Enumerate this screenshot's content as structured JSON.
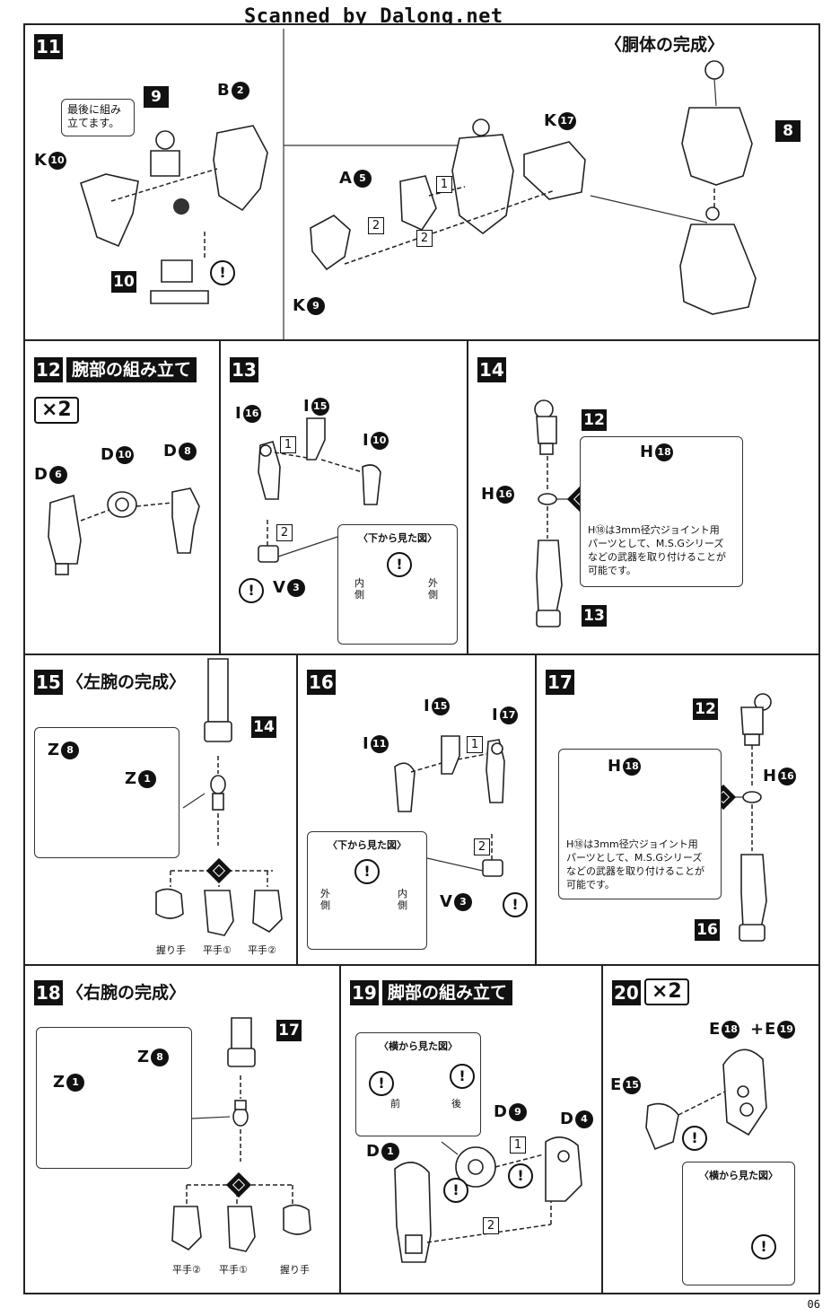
{
  "watermark": "Scanned by Dalong.net",
  "page_number": "06",
  "s11": {
    "step": "11",
    "note": [
      "最後に組み",
      "立てます。"
    ],
    "labels": {
      "k10": "K",
      "b2": "B",
      "k17": "K",
      "a5": "A",
      "k9": "K"
    },
    "nums": {
      "k10": "10",
      "b2": "2",
      "k17": "17",
      "a5": "5",
      "k9": "9"
    },
    "parts": {
      "p9": "9",
      "p10": "10",
      "p8": "8"
    },
    "order": {
      "o1": "1",
      "o2a": "2",
      "o2b": "2"
    },
    "section_title": "〈胴体の完成〉",
    "warn": "!"
  },
  "s12": {
    "step": "12",
    "title": "腕部の組み立て",
    "mult": "×2",
    "labels": {
      "d6": "D",
      "d10": "D",
      "d8": "D"
    },
    "nums": {
      "d6": "6",
      "d10": "10",
      "d8": "8"
    }
  },
  "s13": {
    "step": "13",
    "labels": {
      "i16": "I",
      "i15": "I",
      "i10": "I",
      "v3": "V"
    },
    "nums": {
      "i16": "16",
      "i15": "15",
      "i10": "10",
      "v3": "3"
    },
    "order": {
      "o1": "1",
      "o2": "2"
    },
    "inset_title": "〈下から見た図〉",
    "inner": [
      "内",
      "側"
    ],
    "outer": [
      "外",
      "側"
    ],
    "warn": "!"
  },
  "s14": {
    "step": "14",
    "labels": {
      "h16": "H",
      "h18": "H"
    },
    "nums": {
      "h16": "16",
      "h18": "18"
    },
    "parts": {
      "p12": "12",
      "p13": "13"
    },
    "note": [
      "H⑱は3mm径穴ジョイント用",
      "パーツとして、M.S.Gシリーズ",
      "などの武器を取り付けることが",
      "可能です。"
    ]
  },
  "s15": {
    "step": "15",
    "title": "〈左腕の完成〉",
    "labels": {
      "z8": "Z",
      "z1": "Z"
    },
    "nums": {
      "z8": "8",
      "z1": "1"
    },
    "parts": {
      "p14": "14"
    },
    "hands": [
      "握り手",
      "平手①",
      "平手②"
    ]
  },
  "s16": {
    "step": "16",
    "labels": {
      "i15": "I",
      "i17": "I",
      "i11": "I",
      "v3": "V"
    },
    "nums": {
      "i15": "15",
      "i17": "17",
      "i11": "11",
      "v3": "3"
    },
    "order": {
      "o1": "1",
      "o2": "2"
    },
    "inset_title": "〈下から見た図〉",
    "outer": [
      "外",
      "側"
    ],
    "inner": [
      "内",
      "側"
    ],
    "warn": "!"
  },
  "s17": {
    "step": "17",
    "labels": {
      "h18": "H",
      "h16": "H"
    },
    "nums": {
      "h18": "18",
      "h16": "16"
    },
    "parts": {
      "p12": "12",
      "p16": "16"
    },
    "note": [
      "H⑱は3mm径穴ジョイント用",
      "パーツとして、M.S.Gシリーズ",
      "などの武器を取り付けることが",
      "可能です。"
    ]
  },
  "s18": {
    "step": "18",
    "title": "〈右腕の完成〉",
    "labels": {
      "z8": "Z",
      "z1": "Z"
    },
    "nums": {
      "z8": "8",
      "z1": "1"
    },
    "parts": {
      "p17": "17"
    },
    "hands": [
      "平手②",
      "平手①",
      "握り手"
    ]
  },
  "s19": {
    "step": "19",
    "title": "脚部の組み立て",
    "labels": {
      "d9": "D",
      "d4": "D",
      "d1": "D"
    },
    "nums": {
      "d9": "9",
      "d4": "4",
      "d1": "1"
    },
    "order": {
      "o1": "1",
      "o2": "2"
    },
    "inset_title": "〈横から見た図〉",
    "front": "前",
    "back": "後",
    "warn": "!"
  },
  "s20": {
    "step": "20",
    "mult": "×2",
    "labels": {
      "e18": "E",
      "plus": "+",
      "e19": "E",
      "e15": "E"
    },
    "nums": {
      "e18": "18",
      "e19": "19",
      "e15": "15"
    },
    "inset_title": "〈横から見た図〉",
    "warn": "!"
  }
}
